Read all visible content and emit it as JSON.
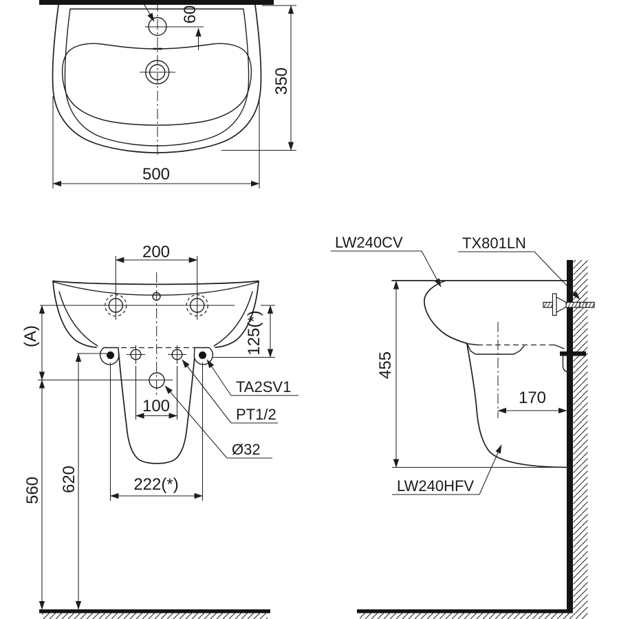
{
  "dimensions": {
    "basin_width": "500",
    "basin_depth": "350",
    "faucet_offset": "60",
    "hole_pitch": "200",
    "rim_to_bolt": "125(*)",
    "ref_a": "(A)",
    "fixing_pitch": "100",
    "drain_height": "560",
    "bolt_height": "620",
    "bolt_pitch": "222(*)",
    "body_height": "455",
    "drain_to_wall": "170",
    "waste_dia": "Ø32"
  },
  "parts": {
    "bracket": "TA2SV1",
    "supply": "PT1/2",
    "lavatory": "LW240CV",
    "fitting": "TX801LN",
    "shroud": "LW240HFV"
  }
}
